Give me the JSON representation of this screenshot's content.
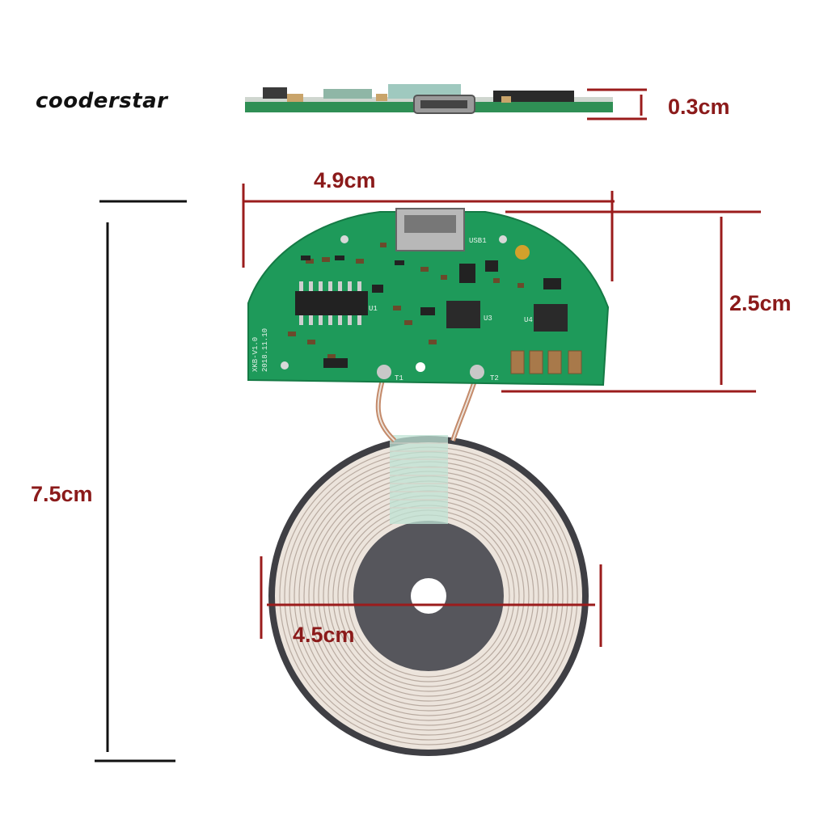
{
  "brand": {
    "name": "cooderstar"
  },
  "dimensions": {
    "thickness": "0.3cm",
    "board_width": "4.9cm",
    "board_height": "2.5cm",
    "total_length": "7.5cm",
    "coil_diameter": "4.5cm"
  },
  "board_labels": {
    "usb": "USB1",
    "t1": "T1",
    "t2": "T2",
    "u1": "U1",
    "u3": "U3",
    "u4": "U4",
    "version": "XKB-V1.0",
    "date": "2018.11.10"
  },
  "colors": {
    "dimension_text": "#8b1a1a",
    "dimension_line": "#9b1c1c",
    "pcb_green": "#1e9a5a",
    "coil_wire": "#e6dcd4",
    "coil_core": "#4e4e52"
  }
}
